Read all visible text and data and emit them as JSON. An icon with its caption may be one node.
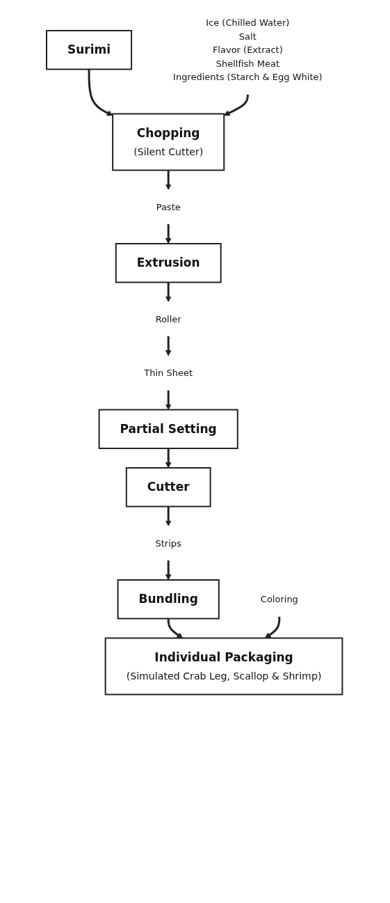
{
  "diagram": {
    "nodes": [
      {
        "text": [
          "Surimi"
        ]
      },
      {
        "text": [
          "Ice (Chilled Water)",
          "Salt",
          "Flavor (Extract)",
          "Shellfish Meat",
          "Ingredients (Starch & Egg White)"
        ]
      },
      {
        "text": [
          "Chopping",
          "(Silent Cutter)"
        ]
      },
      {
        "text": [
          "Paste"
        ]
      },
      {
        "text": [
          "Extrusion"
        ]
      },
      {
        "text": [
          "Roller"
        ]
      },
      {
        "text": [
          "Thin Sheet"
        ]
      },
      {
        "text": [
          "Partial Setting"
        ]
      },
      {
        "text": [
          "Cutter"
        ]
      },
      {
        "text": [
          "Strips"
        ]
      },
      {
        "text": [
          "Bundling"
        ]
      },
      {
        "text": [
          "Coloring"
        ]
      },
      {
        "text": [
          "Individual Packaging",
          "(Simulated Crab Leg, Scallop & Shrimp)"
        ]
      }
    ],
    "edges": [
      {
        "from": 0,
        "to": 2,
        "arrow": "to"
      },
      {
        "from": 1,
        "to": 2,
        "arrow": "to"
      },
      {
        "from": 2,
        "to": 3,
        "arrow": "to"
      },
      {
        "from": 3,
        "to": 4,
        "arrow": "to"
      },
      {
        "from": 4,
        "to": 5,
        "arrow": "to"
      },
      {
        "from": 5,
        "to": 6,
        "arrow": "to"
      },
      {
        "from": 6,
        "to": 7,
        "arrow": "to"
      },
      {
        "from": 7,
        "to": 8,
        "arrow": "to"
      },
      {
        "from": 8,
        "to": 9,
        "arrow": "to"
      },
      {
        "from": 9,
        "to": 10,
        "arrow": "to"
      },
      {
        "from": 10,
        "to": 12,
        "arrow": "to"
      },
      {
        "from": 11,
        "to": 12,
        "arrow": "to"
      }
    ]
  }
}
